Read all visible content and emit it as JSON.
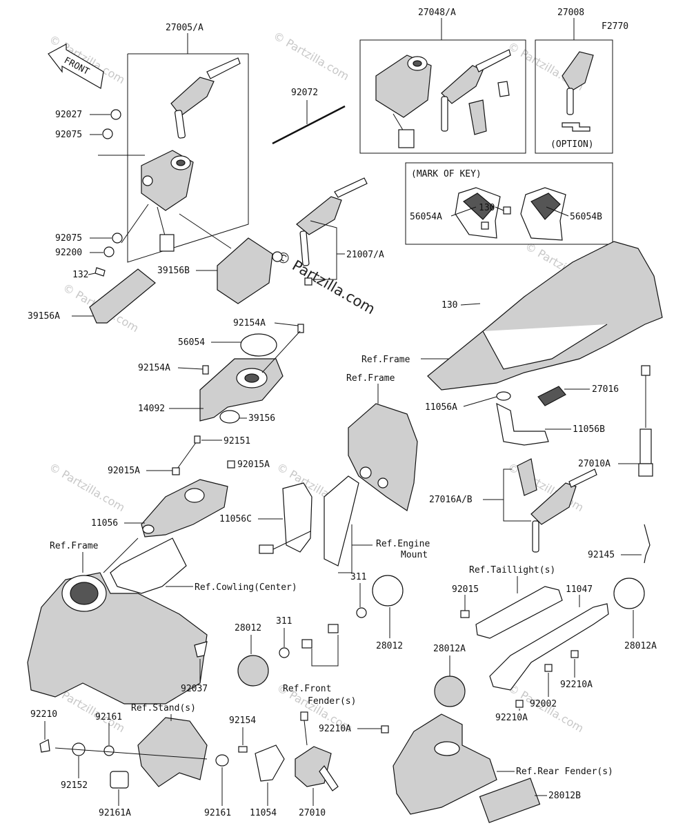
{
  "figure": {
    "code": "F2770",
    "front_arrow": "FRONT",
    "option_label": "(OPTION)",
    "mark_of_key_label": "(MARK OF KEY)"
  },
  "watermarks": {
    "brand": "© Partzilla.com",
    "center": "© Partzilla.com"
  },
  "labels": {
    "p27005A": "27005/A",
    "p27048A": "27048/A",
    "p27008": "27008",
    "p92072": "92072",
    "p92027": "92027",
    "p92075a": "92075",
    "p92075b": "92075",
    "p92200": "92200",
    "p132": "132",
    "p39156A": "39156A",
    "p39156B": "39156B",
    "p21007A": "21007/A",
    "p56054A": "56054A",
    "p56054B": "56054B",
    "p130a": "130",
    "p130b": "130",
    "refFrame1": "Ref.Frame",
    "refFrame2": "Ref.Frame",
    "refFrame3": "Ref.Frame",
    "p92154Aa": "92154A",
    "p92154Ab": "92154A",
    "p56054": "56054",
    "p14092": "14092",
    "p39156": "39156",
    "p92151": "92151",
    "p92015Aa": "92015A",
    "p92015Ab": "92015A",
    "p11056": "11056",
    "p11056A": "11056A",
    "p11056B": "11056B",
    "p11056C": "11056C",
    "p27016": "27016",
    "p27016AB": "27016A/B",
    "p27010A": "27010A",
    "p92145": "92145",
    "refEngine1": "Ref.Engine",
    "refEngine2": "Mount",
    "refCowling": "Ref.Cowling(Center)",
    "refTaillight": "Ref.Taillight(s)",
    "p92015": "92015",
    "p11047": "11047",
    "p311a": "311",
    "p311b": "311",
    "p28012a": "28012",
    "p28012b": "28012",
    "p28012A1": "28012A",
    "p28012A2": "28012A",
    "p28012B": "28012B",
    "p92210A1": "92210A",
    "p92210A2": "92210A",
    "p92210A3": "92210A",
    "p92002": "92002",
    "refFront1": "Ref.Front",
    "refFront2": "Fender(s)",
    "p92037": "92037",
    "p92210": "92210",
    "p92161a": "92161",
    "p92161b": "92161",
    "p92161A": "92161A",
    "p92152": "92152",
    "refStand": "Ref.Stand(s)",
    "p92154": "92154",
    "p11054": "11054",
    "p27010": "27010",
    "refRearFender": "Ref.Rear Fender(s)"
  }
}
